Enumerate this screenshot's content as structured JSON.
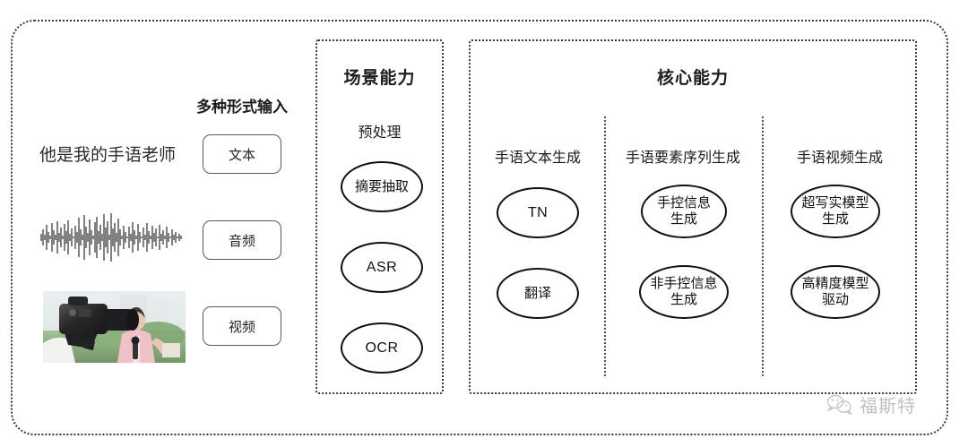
{
  "diagram": {
    "input_section": {
      "heading": "多种形式输入",
      "sample_text": "他是我的手语老师",
      "media": [
        {
          "kind": "text-sample",
          "label": "他是我的手语老师"
        },
        {
          "kind": "audio-waveform",
          "label": "音频波形图"
        },
        {
          "kind": "video-thumbnail",
          "label": "记者采访摄像画面"
        }
      ],
      "pills": [
        {
          "label": "文本"
        },
        {
          "label": "音频"
        },
        {
          "label": "视频"
        }
      ]
    },
    "scene_panel": {
      "title": "场景能力",
      "sub_label": "预处理",
      "nodes": [
        {
          "label": "摘要抽取",
          "script": "cjk"
        },
        {
          "label": "ASR",
          "script": "latin"
        },
        {
          "label": "OCR",
          "script": "latin"
        }
      ]
    },
    "core_panel": {
      "title": "核心能力",
      "columns": [
        {
          "header": "手语文本生成",
          "nodes": [
            {
              "line1": "TN",
              "line2": "",
              "script": "latin"
            },
            {
              "line1": "翻译",
              "line2": "",
              "script": "cjk"
            }
          ]
        },
        {
          "header": "手语要素序列生成",
          "nodes": [
            {
              "line1": "手控信息",
              "line2": "生成",
              "script": "cjk"
            },
            {
              "line1": "非手控信息",
              "line2": "生成",
              "script": "cjk"
            }
          ]
        },
        {
          "header": "手语视频生成",
          "nodes": [
            {
              "line1": "超写实模型",
              "line2": "生成",
              "script": "cjk"
            },
            {
              "line1": "高精度模型",
              "line2": "驱动",
              "script": "cjk"
            }
          ]
        }
      ]
    },
    "watermark": {
      "icon": "wechat-icon",
      "text": "福斯特"
    },
    "colors": {
      "frame_border": "#3a3a3a",
      "node_border": "#111111",
      "pill_border": "#5a5a5a",
      "text": "#1c1c1c",
      "background": "#ffffff",
      "watermark_text": "#6a6a6a"
    }
  }
}
